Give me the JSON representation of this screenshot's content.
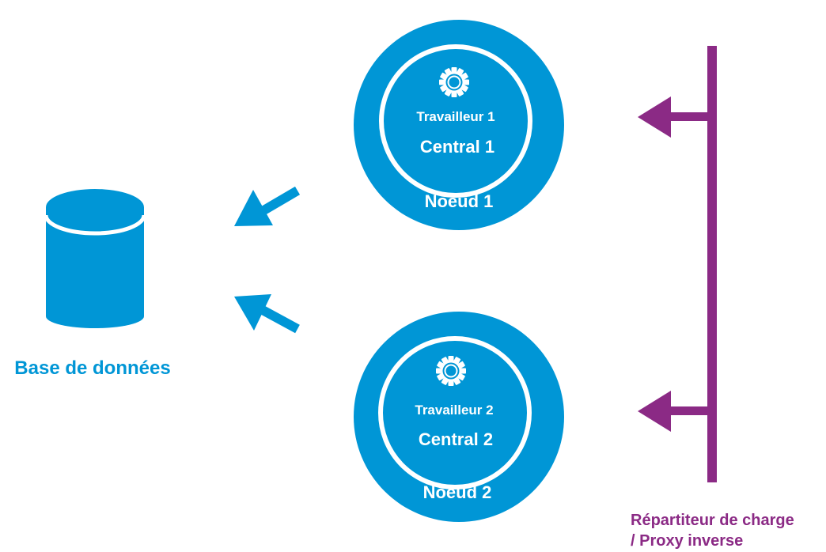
{
  "colors": {
    "blue": "#0096D6",
    "purple": "#8B2A85",
    "white": "#FFFFFF"
  },
  "database": {
    "label": "Base de données",
    "icon": "database-cylinder-icon"
  },
  "nodes": [
    {
      "worker_label": "Travailleur 1",
      "central_label": "Central 1",
      "node_label": "Noeud 1",
      "icon": "gear-icon"
    },
    {
      "worker_label": "Travailleur 2",
      "central_label": "Central 2",
      "node_label": "Noeud 2",
      "icon": "gear-icon"
    }
  ],
  "load_balancer": {
    "label_line1": "Répartiteur de charge",
    "label_line2": "/ Proxy inverse"
  }
}
